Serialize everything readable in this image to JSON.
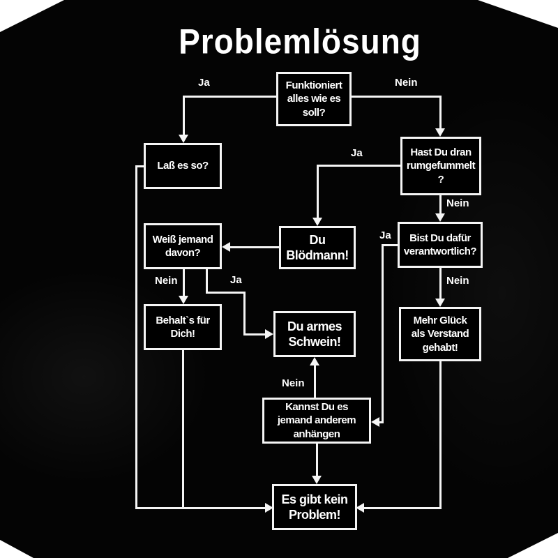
{
  "title": "Problemlösung",
  "colors": {
    "background": "#040404",
    "line": "#f5f5f5",
    "text": "#ffffff"
  },
  "nodes": {
    "start": "Funktioniert\nalles wie es\nsoll?",
    "lass": "Laß es so?",
    "hast": "Hast Du dran\nrumgefummelt\n?",
    "bloedmann": "Du\nBlödmann!",
    "weiss": "Weiß jemand\ndavon?",
    "bist": "Bist Du dafür\nverantwortlich?",
    "behalt": "Behalt`s für\nDich!",
    "schwein": "Du armes\nSchwein!",
    "glueck": "Mehr Glück\nals Verstand\ngehabt!",
    "kannst": "Kannst Du es\njemand anderem\nanhängen",
    "ende": "Es gibt kein\nProblem!"
  },
  "labels": {
    "ja": "Ja",
    "nein": "Nein"
  }
}
